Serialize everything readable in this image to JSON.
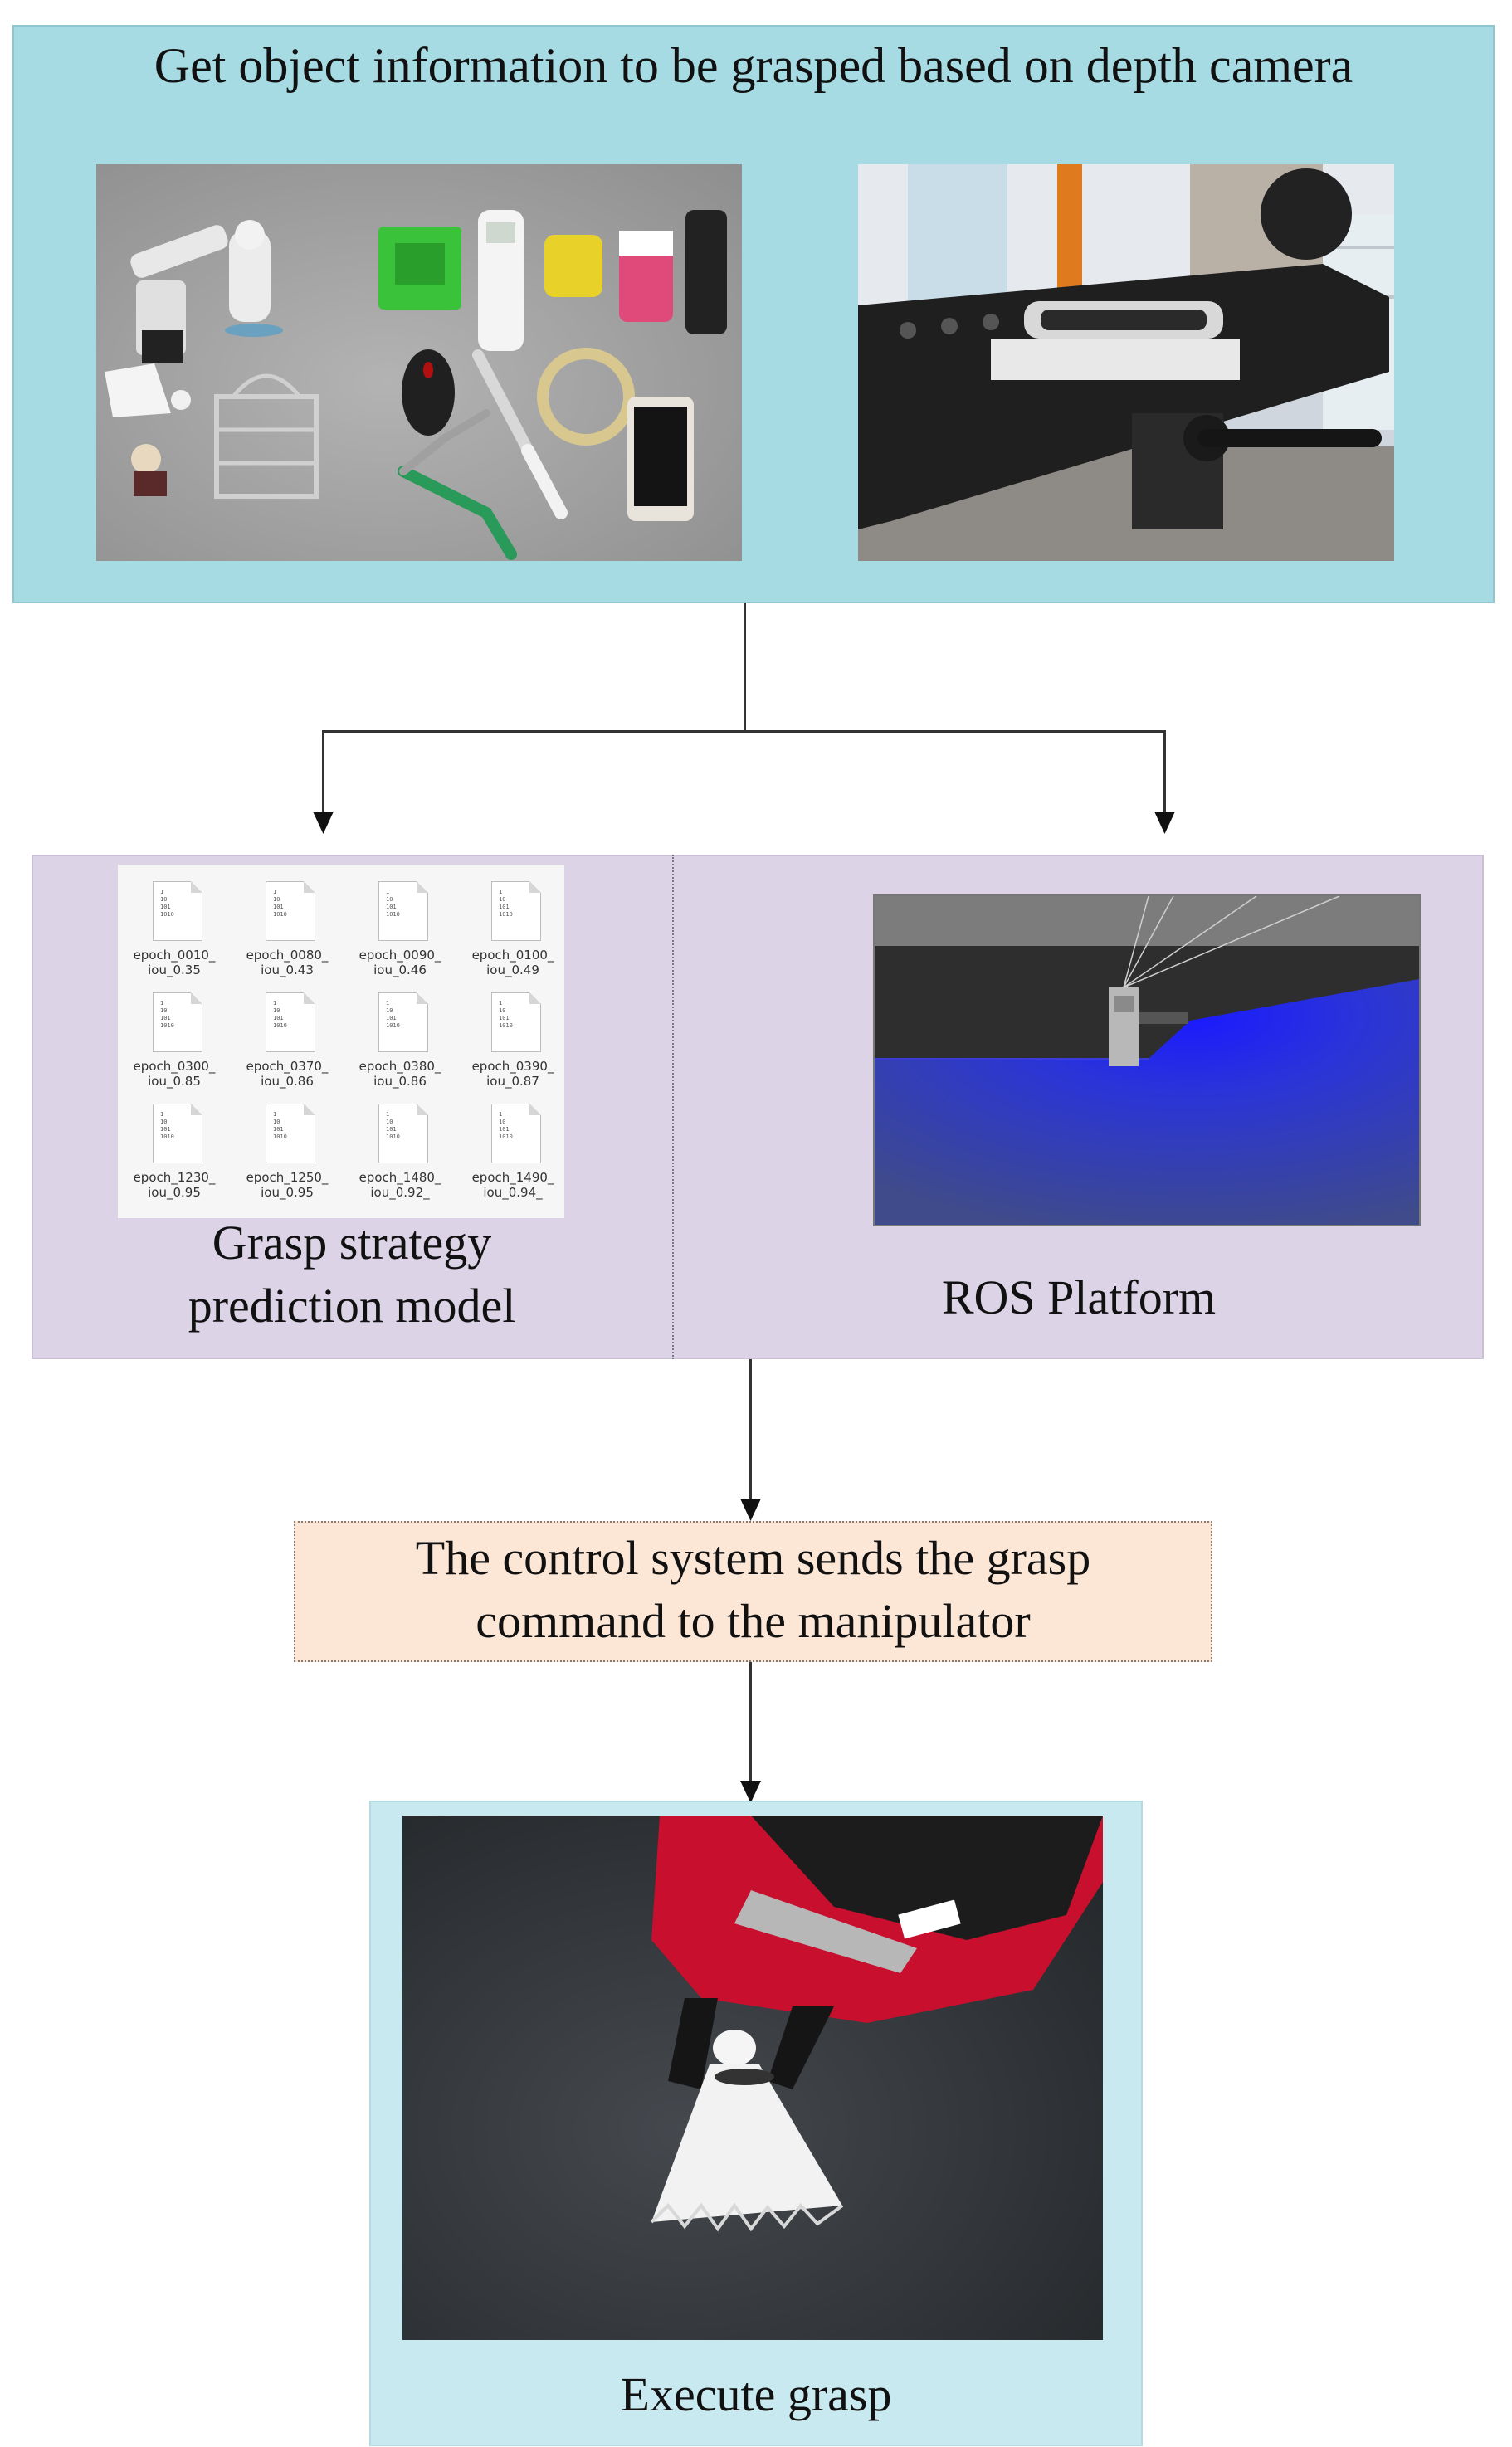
{
  "top_panel": {
    "title": "Get object information to be grasped based on depth camera",
    "photos": [
      "objects-on-table-photo",
      "depth-camera-mount-photo"
    ]
  },
  "model_panel": {
    "label_line1": "Grasp strategy",
    "label_line2": "prediction model",
    "file_header": "1\n10\n101\n1010",
    "files": [
      {
        "name": "epoch_0010_",
        "iou": "iou_0.35"
      },
      {
        "name": "epoch_0080_",
        "iou": "iou_0.43"
      },
      {
        "name": "epoch_0090_",
        "iou": "iou_0.46"
      },
      {
        "name": "epoch_0100_",
        "iou": "iou_0.49"
      },
      {
        "name": "epoch_0300_",
        "iou": "iou_0.85"
      },
      {
        "name": "epoch_0370_",
        "iou": "iou_0.86"
      },
      {
        "name": "epoch_0380_",
        "iou": "iou_0.86"
      },
      {
        "name": "epoch_0390_",
        "iou": "iou_0.87"
      },
      {
        "name": "epoch_1230_",
        "iou": "iou_0.95"
      },
      {
        "name": "epoch_1250_",
        "iou": "iou_0.95"
      },
      {
        "name": "epoch_1480_",
        "iou": "iou_0.92_"
      },
      {
        "name": "epoch_1490_",
        "iou": "iou_0.94_"
      }
    ]
  },
  "ros_panel": {
    "label": "ROS Platform"
  },
  "command_box": {
    "line1": "The control system sends the grasp",
    "line2": "command to the manipulator"
  },
  "execute_panel": {
    "label": "Execute grasp"
  },
  "colors": {
    "top_panel": "#a6dbe3",
    "mid_panel": "#dcd3e7",
    "command_box": "#fce6d6",
    "bottom_panel": "#c9e9f0"
  }
}
